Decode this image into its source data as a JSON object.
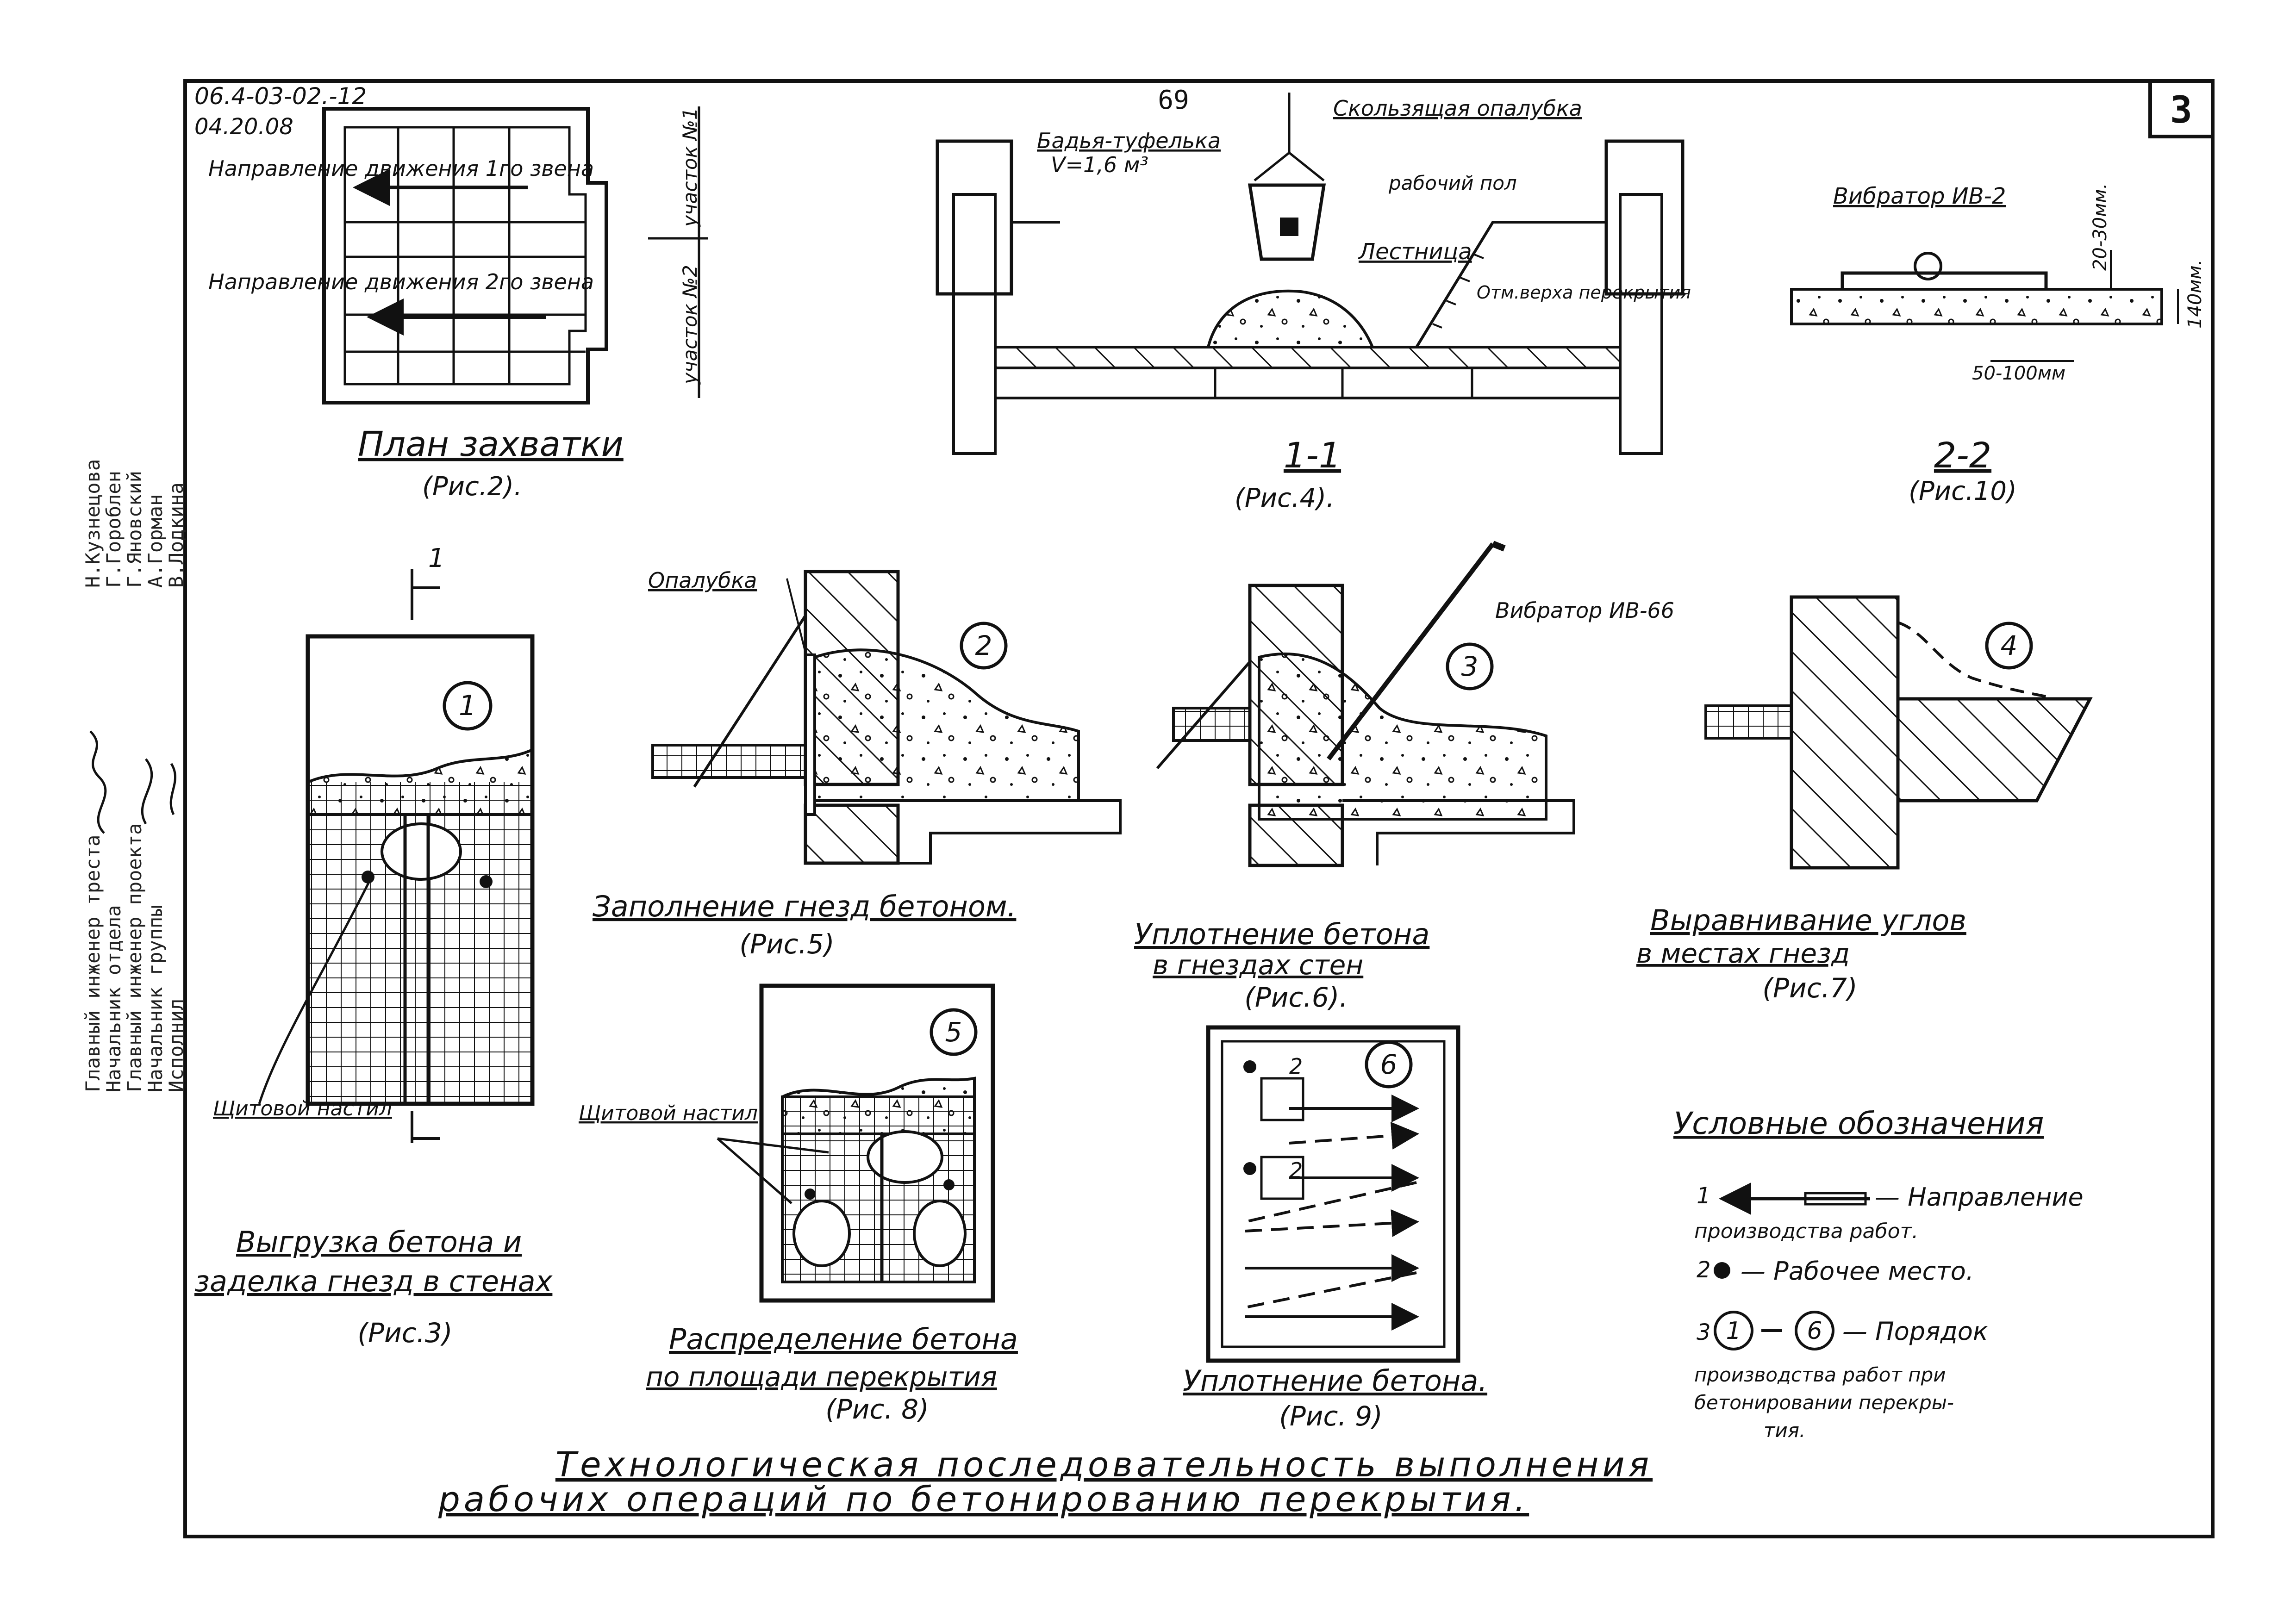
{
  "sheet": {
    "page_number": "69",
    "sheet_number": "3",
    "doc_code": "06.4-03-02.-12",
    "doc_date": "04.20.08"
  },
  "stamp": {
    "lines": [
      "Главный инженер треста",
      "Начальник отдела",
      "Главный инженер проекта",
      "Начальник группы",
      "Исполнил"
    ],
    "names": [
      "Н.Кузнецова",
      "Г.Гороблен",
      "Г.Яновский",
      "А.Горман",
      "В.Лодкина"
    ]
  },
  "fig2": {
    "dir1": "Направление движения 1го звена",
    "dir2": "Направление движения 2го звена",
    "uchastok1": "участок №1",
    "uchastok2": "участок №2",
    "title": "План захватки",
    "ref": "(Рис.2)."
  },
  "fig4": {
    "bucket": "Бадья-туфелька",
    "volume": "V=1,6 м³",
    "formwork": "Скользящая опалубка",
    "platform": "рабочий пол",
    "ladder": "Лестница",
    "mark": "Отм.верха перекрытия",
    "title": "1-1",
    "ref": "(Рис.4)."
  },
  "fig10": {
    "vibrator": "Вибратор ИВ-2",
    "dim1": "20-30мм.",
    "dim2": "140мм.",
    "dim3": "50-100мм",
    "title": "2-2",
    "ref": "(Рис.10)"
  },
  "fig3": {
    "section_mark": "1",
    "circle": "1",
    "deck": "Щитовой настил",
    "title_l1": "Выгрузка бетона и",
    "title_l2": "заделка гнезд в стенах",
    "ref": "(Рис.3)"
  },
  "fig5": {
    "formwork": "Опалубка",
    "circle": "2",
    "title": "Заполнение гнезд бетоном.",
    "ref": "(Рис.5)"
  },
  "fig6": {
    "vibrator": "Вибратор ИВ-66",
    "circle": "3",
    "title_l1": "Уплотнение бетона",
    "title_l2": "в гнездах стен",
    "ref": "(Рис.6)."
  },
  "fig7": {
    "circle": "4",
    "title_l1": "Выравнивание углов",
    "title_l2": "в местах гнезд",
    "ref": "(Рис.7)"
  },
  "fig8": {
    "circle": "5",
    "deck": "Щитовой настил",
    "title_l1": "Распределение бетона",
    "title_l2": "по площади перекрытия",
    "ref": "(Рис. 8)"
  },
  "fig9": {
    "circle": "6",
    "pos": "2",
    "title": "Уплотнение бетона.",
    "ref": "(Рис. 9)"
  },
  "legend": {
    "title": "Условные обозначения",
    "n1": "1",
    "item1_l1": "— Направление",
    "item1_l2": "производства работ.",
    "n2": "2",
    "item2": "— Рабочее место.",
    "n3": "3",
    "c1": "1",
    "c6": "6",
    "item3_l1": "— Порядок",
    "item3_l2": "производства работ при",
    "item3_l3": "бетонировании перекры-",
    "item3_l4": "тия."
  },
  "footer": {
    "line1": "Технологическая последовательность выполнения",
    "line2": "рабочих операций по бетонированию перекрытия."
  }
}
